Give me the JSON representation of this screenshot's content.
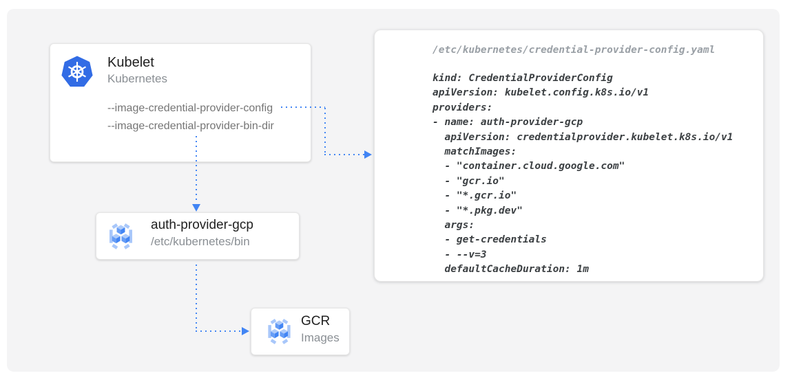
{
  "diagram": {
    "nodes": {
      "kubelet": {
        "title": "Kubelet",
        "subtitle": "Kubernetes",
        "icon": "kubernetes-helm-icon",
        "flags": [
          "--image-credential-provider-config",
          "--image-credential-provider-bin-dir"
        ]
      },
      "auth_provider": {
        "title": "auth-provider-gcp",
        "subtitle": "/etc/kubernetes/bin",
        "icon": "gcr-cubes-icon"
      },
      "gcr": {
        "title": "GCR",
        "subtitle": "Images",
        "icon": "gcr-cubes-icon"
      }
    },
    "config_panel": {
      "file_path": "/etc/kubernetes/credential-provider-config.yaml",
      "yaml_code": "kind: CredentialProviderConfig\napiVersion: kubelet.config.k8s.io/v1\nproviders:\n- name: auth-provider-gcp\n  apiVersion: credentialprovider.kubelet.k8s.io/v1\n  matchImages:\n  - \"container.cloud.google.com\"\n  - \"gcr.io\"\n  - \"*.gcr.io\"\n  - \"*.pkg.dev\"\n  args:\n  - get-credentials\n  - --v=3\n  defaultCacheDuration: 1m"
    },
    "connectors": [
      {
        "from": "kubelet --image-credential-provider-config flag",
        "to": "credential-provider-config.yaml panel",
        "style": "dotted-blue-arrow"
      },
      {
        "from": "kubelet",
        "to": "auth-provider-gcp",
        "style": "dotted-blue-arrow"
      },
      {
        "from": "auth-provider-gcp",
        "to": "gcr",
        "style": "dotted-blue-arrow"
      }
    ],
    "colors": {
      "connector_blue": "#4285f4",
      "kubernetes_blue": "#326ce5",
      "gcr_cube_blue": "#4285f4",
      "gcr_cube_mid": "#669df6",
      "gcr_cube_light": "#aecbfa",
      "canvas_bg": "#f4f4f5",
      "card_bg": "#ffffff",
      "title_text": "#212121",
      "muted_text": "#757575",
      "code_text": "#3c4043",
      "code_path_text": "#9aa0a6"
    }
  }
}
